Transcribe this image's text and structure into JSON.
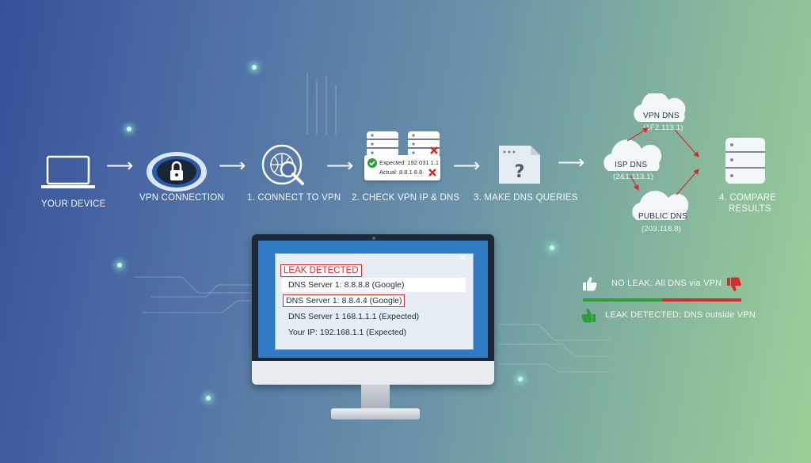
{
  "steps": {
    "your_device": "YOUR DEVICE",
    "vpn_connection": "VPN CONNECTION",
    "connect": "1. CONNECT TO VPN",
    "check": "2. CHECK VPN IP & DNS",
    "queries": "3. MAKE DNS QUERIES",
    "compare_line1": "4. COMPARE",
    "compare_line2": "RESULTS"
  },
  "check_card": {
    "expected": "Expected: 192 031 1.1",
    "actual": "Actual: 8.8.1 8.8"
  },
  "dns_clouds": {
    "vpn": {
      "name": "VPN DNS",
      "ip": "(1F2.113.1)"
    },
    "isp": {
      "name": "ISP DNS",
      "ip": "(2&1.113.1)"
    },
    "public": {
      "name": "PUBLIC DNS",
      "ip": "(203.118.8)"
    }
  },
  "dialog": {
    "title": "LEAK DETECTED",
    "close": "×",
    "lines": [
      "DNS Server 1: 8.8.8.8 (Google)",
      "DNS Server 1: 8.8.4.4 (Google)",
      "DNS Server 1 168.1.1.1 (Expected)",
      "Your IP: 192.168.1.1 (Expected)"
    ]
  },
  "legend": {
    "no_leak": "NO LEAK: All DNS via VPN",
    "leak": "LEAK DETECTED: DNS outside VPN",
    "green": "#2e9e3a",
    "red": "#d52b2b"
  },
  "icons": [
    "laptop-icon",
    "padlock-icon",
    "globe-magnifier-icon",
    "database-icon",
    "document-question-icon",
    "cloud-icon",
    "database-icon",
    "thumbs-up-icon",
    "thumbs-down-icon"
  ]
}
